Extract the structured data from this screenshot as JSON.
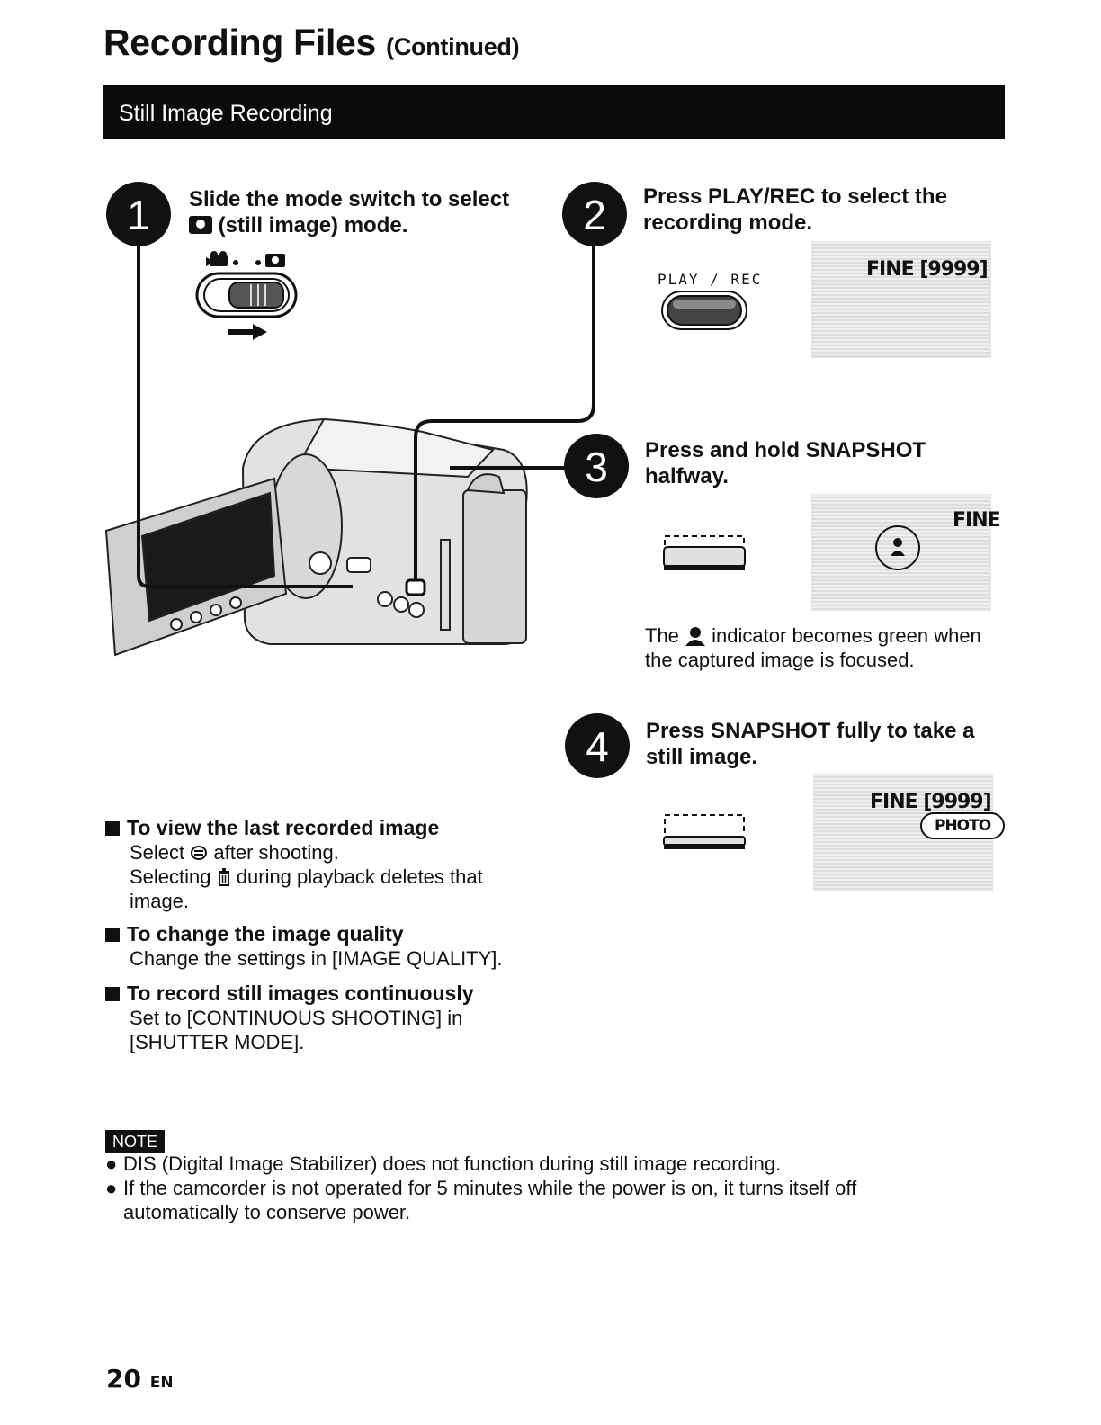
{
  "page": {
    "title": "Recording Files",
    "title_suffix": "(Continued)",
    "section": "Still Image Recording",
    "page_number": "20",
    "page_lang": "EN"
  },
  "steps": [
    {
      "num": "1",
      "line1": "Slide the mode switch to select",
      "line2": "(still image) mode."
    },
    {
      "num": "2",
      "line1": "Press PLAY/REC to select the",
      "line2": "recording mode."
    },
    {
      "num": "3",
      "line1": "Press and hold SNAPSHOT",
      "line2": "halfway."
    },
    {
      "num": "4",
      "line1": "Press SNAPSHOT fully to take a",
      "line2": "still image."
    }
  ],
  "play_rec_label": "PLAY / REC",
  "lcd": {
    "fine": "FINE",
    "count": "[9999]",
    "photo": "PHOTO"
  },
  "focus_note": {
    "pre": "The",
    "post": "indicator becomes green when",
    "line2": "the captured image is focused."
  },
  "tips": [
    {
      "head": "To view the last recorded image",
      "lines": [
        "Select",
        "after shooting.",
        "Selecting",
        "during playback deletes that",
        "image."
      ]
    },
    {
      "head": "To change the image quality",
      "lines": [
        "Change the settings in [IMAGE QUALITY]."
      ]
    },
    {
      "head": "To record still images continuously",
      "lines": [
        "Set to [CONTINUOUS SHOOTING] in",
        "[SHUTTER MODE]."
      ]
    }
  ],
  "note": {
    "label": "NOTE",
    "items": [
      "DIS (Digital Image Stabilizer) does not function during still image recording.",
      "If the camcorder is not operated for 5 minutes while the power is on, it turns itself off",
      "automatically to conserve power."
    ]
  },
  "colors": {
    "ink": "#111111",
    "bar": "#0b0b0b",
    "lcd": "#e6e6e6"
  },
  "icons": [
    "camera-icon",
    "video-camera-icon",
    "arrow-right-icon",
    "face-detect-icon",
    "review-icon",
    "trash-icon",
    "person-icon"
  ]
}
